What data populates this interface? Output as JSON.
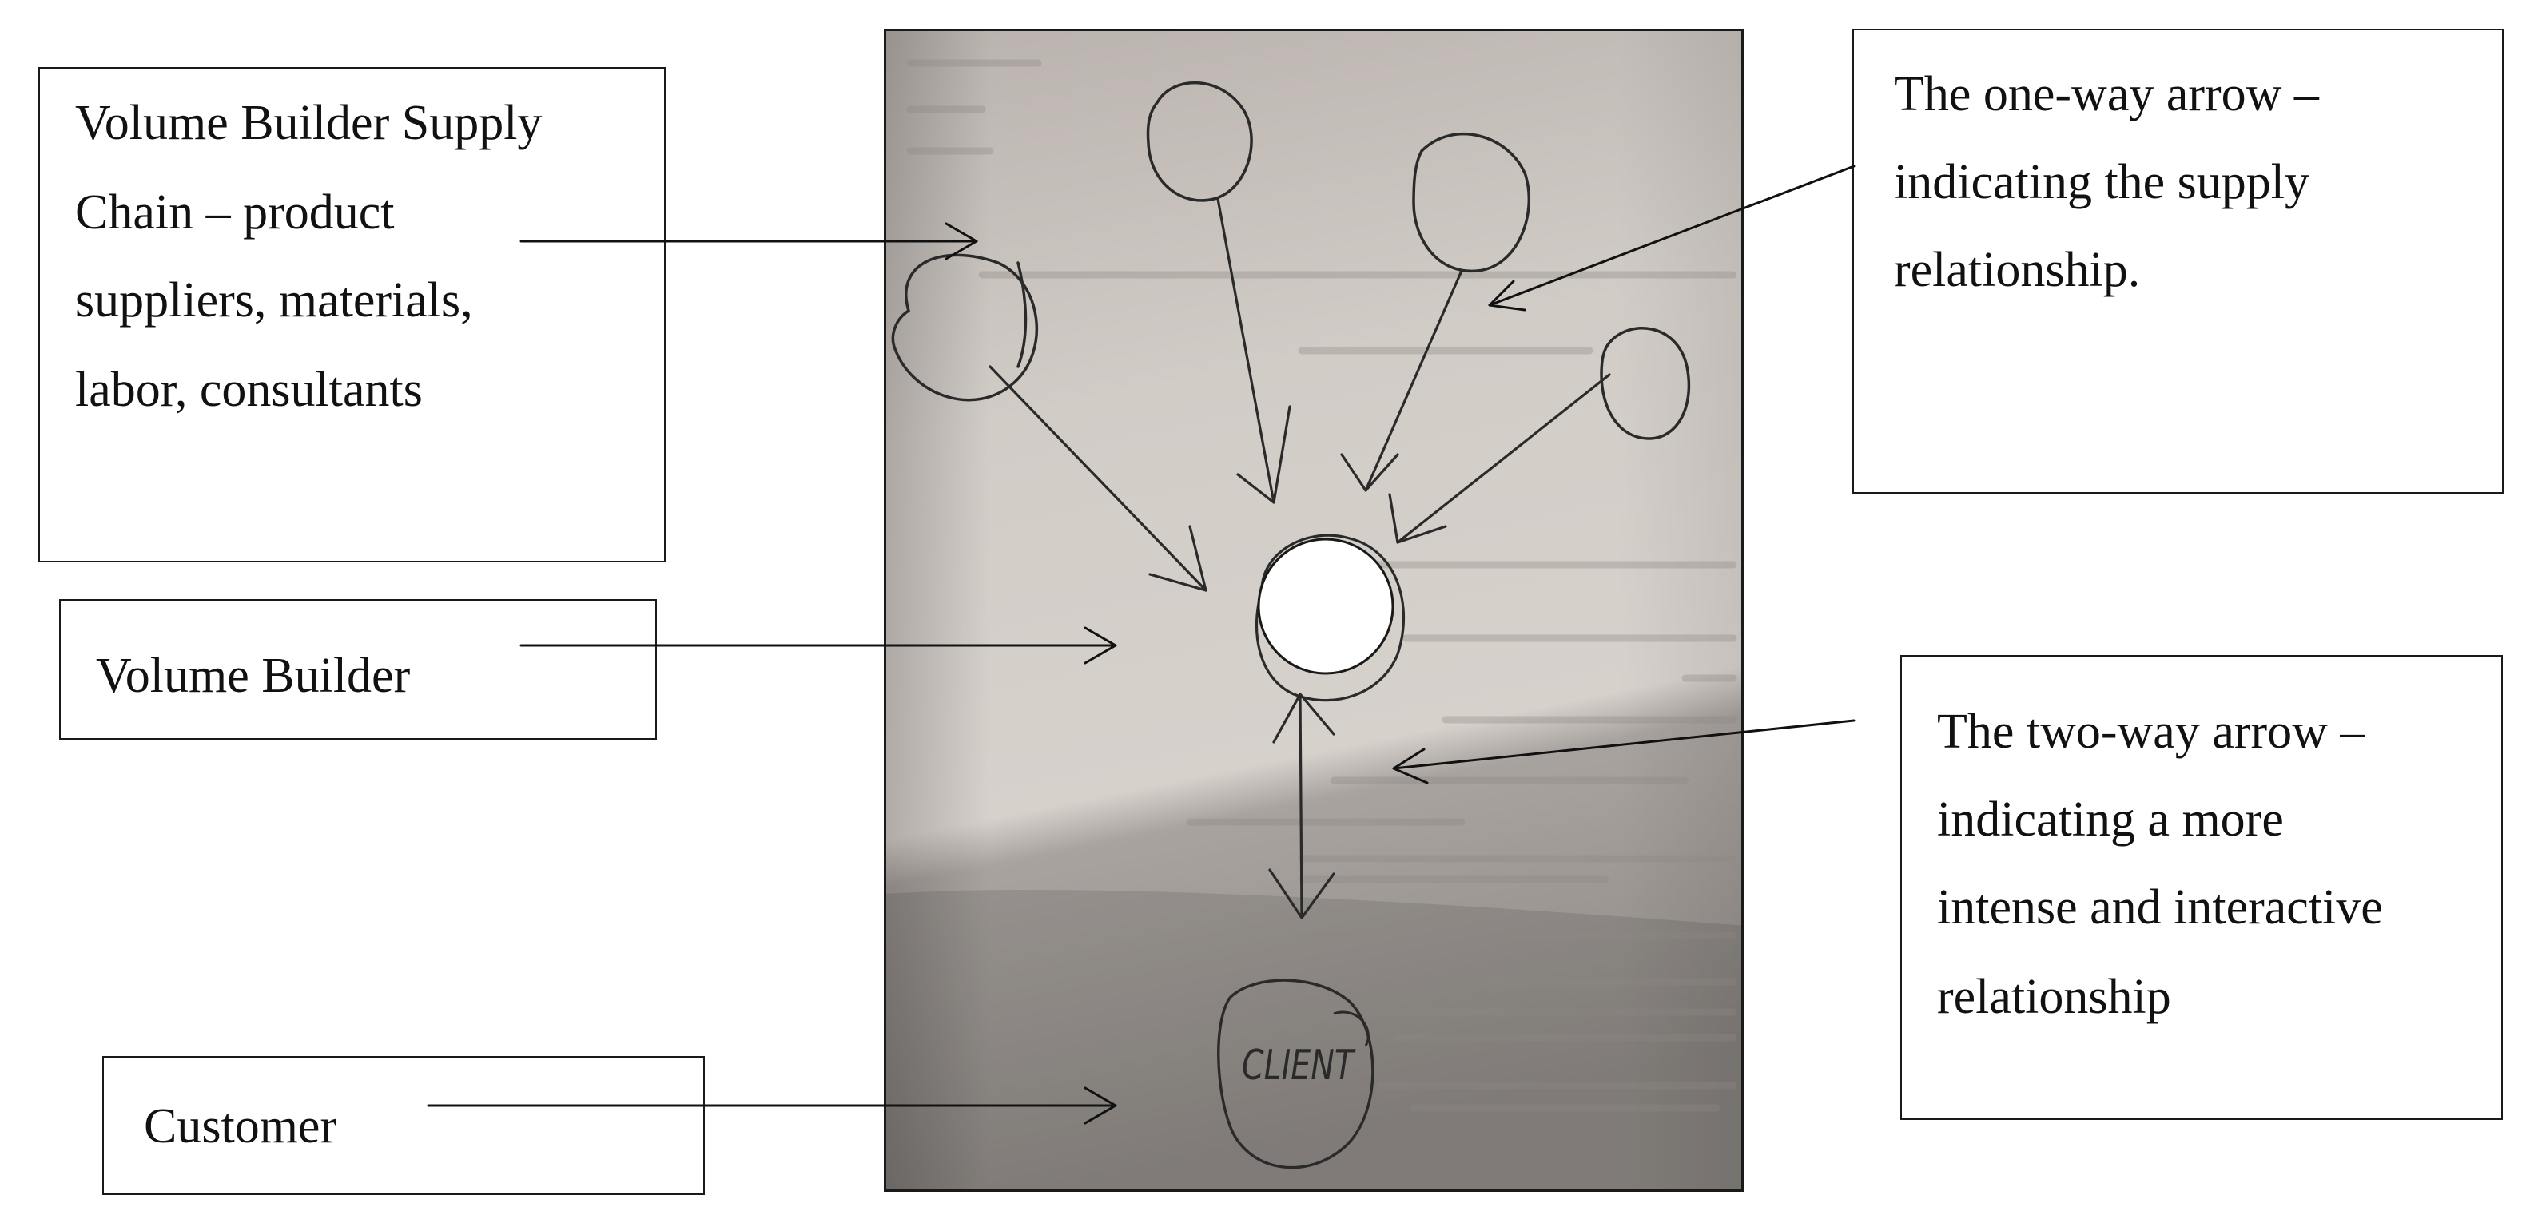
{
  "labels": {
    "supply_chain": {
      "line1": "Volume Builder Supply",
      "line2": "Chain – product",
      "line3": "suppliers, materials,",
      "line4": "labor, consultants"
    },
    "volume_builder": "Volume Builder",
    "customer": "Customer",
    "one_way_arrow": {
      "line1": "The one-way arrow –",
      "line2": "indicating the supply",
      "line3": "relationship."
    },
    "two_way_arrow": {
      "line1": "The two-way arrow –",
      "line2": "indicating a more",
      "line3": "intense and interactive",
      "line4": "relationship"
    }
  },
  "photo": {
    "client_text": "CLIENT"
  },
  "colors": {
    "ink": "#2a2a2a",
    "paper_light": "#d9d3ce",
    "paper_dark": "#9c9691",
    "box_border": "#1a1a1a"
  }
}
